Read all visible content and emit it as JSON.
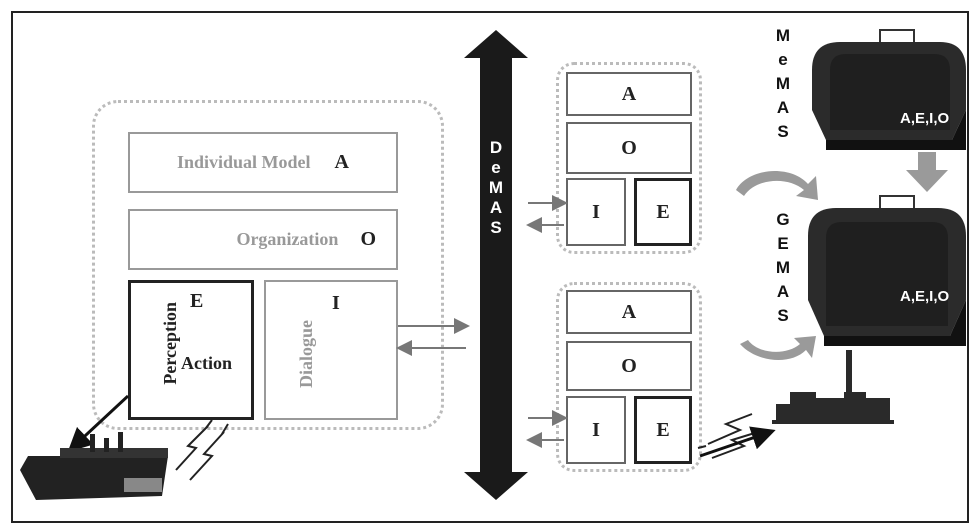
{
  "main_agent": {
    "individual_model": {
      "text": "Individual Model",
      "letter": "A"
    },
    "organization": {
      "text": "Organization",
      "letter": "O"
    },
    "environment": {
      "letter": "E",
      "perception": "Perception",
      "action": "Action"
    },
    "interaction": {
      "letter": "I",
      "dialogue": "Dialogue"
    }
  },
  "agent_top": {
    "a": "A",
    "o": "O",
    "i": "I",
    "e": "E"
  },
  "agent_bottom": {
    "a": "A",
    "o": "O",
    "i": "I",
    "e": "E"
  },
  "demas": [
    "D",
    "e",
    "M",
    "A",
    "S"
  ],
  "memas": [
    "M",
    "e",
    "M",
    "A",
    "S"
  ],
  "gemas": [
    "G",
    "E",
    "M",
    "A",
    "S"
  ],
  "chest_top_label": "A,E,I,O",
  "chest_bottom_label": "A,E,I,O",
  "colors": {
    "dark": "#1a1a1a",
    "grey": "#999999",
    "light_grey": "#bbbbbb",
    "arrow_grey": "#9a9a9a"
  }
}
